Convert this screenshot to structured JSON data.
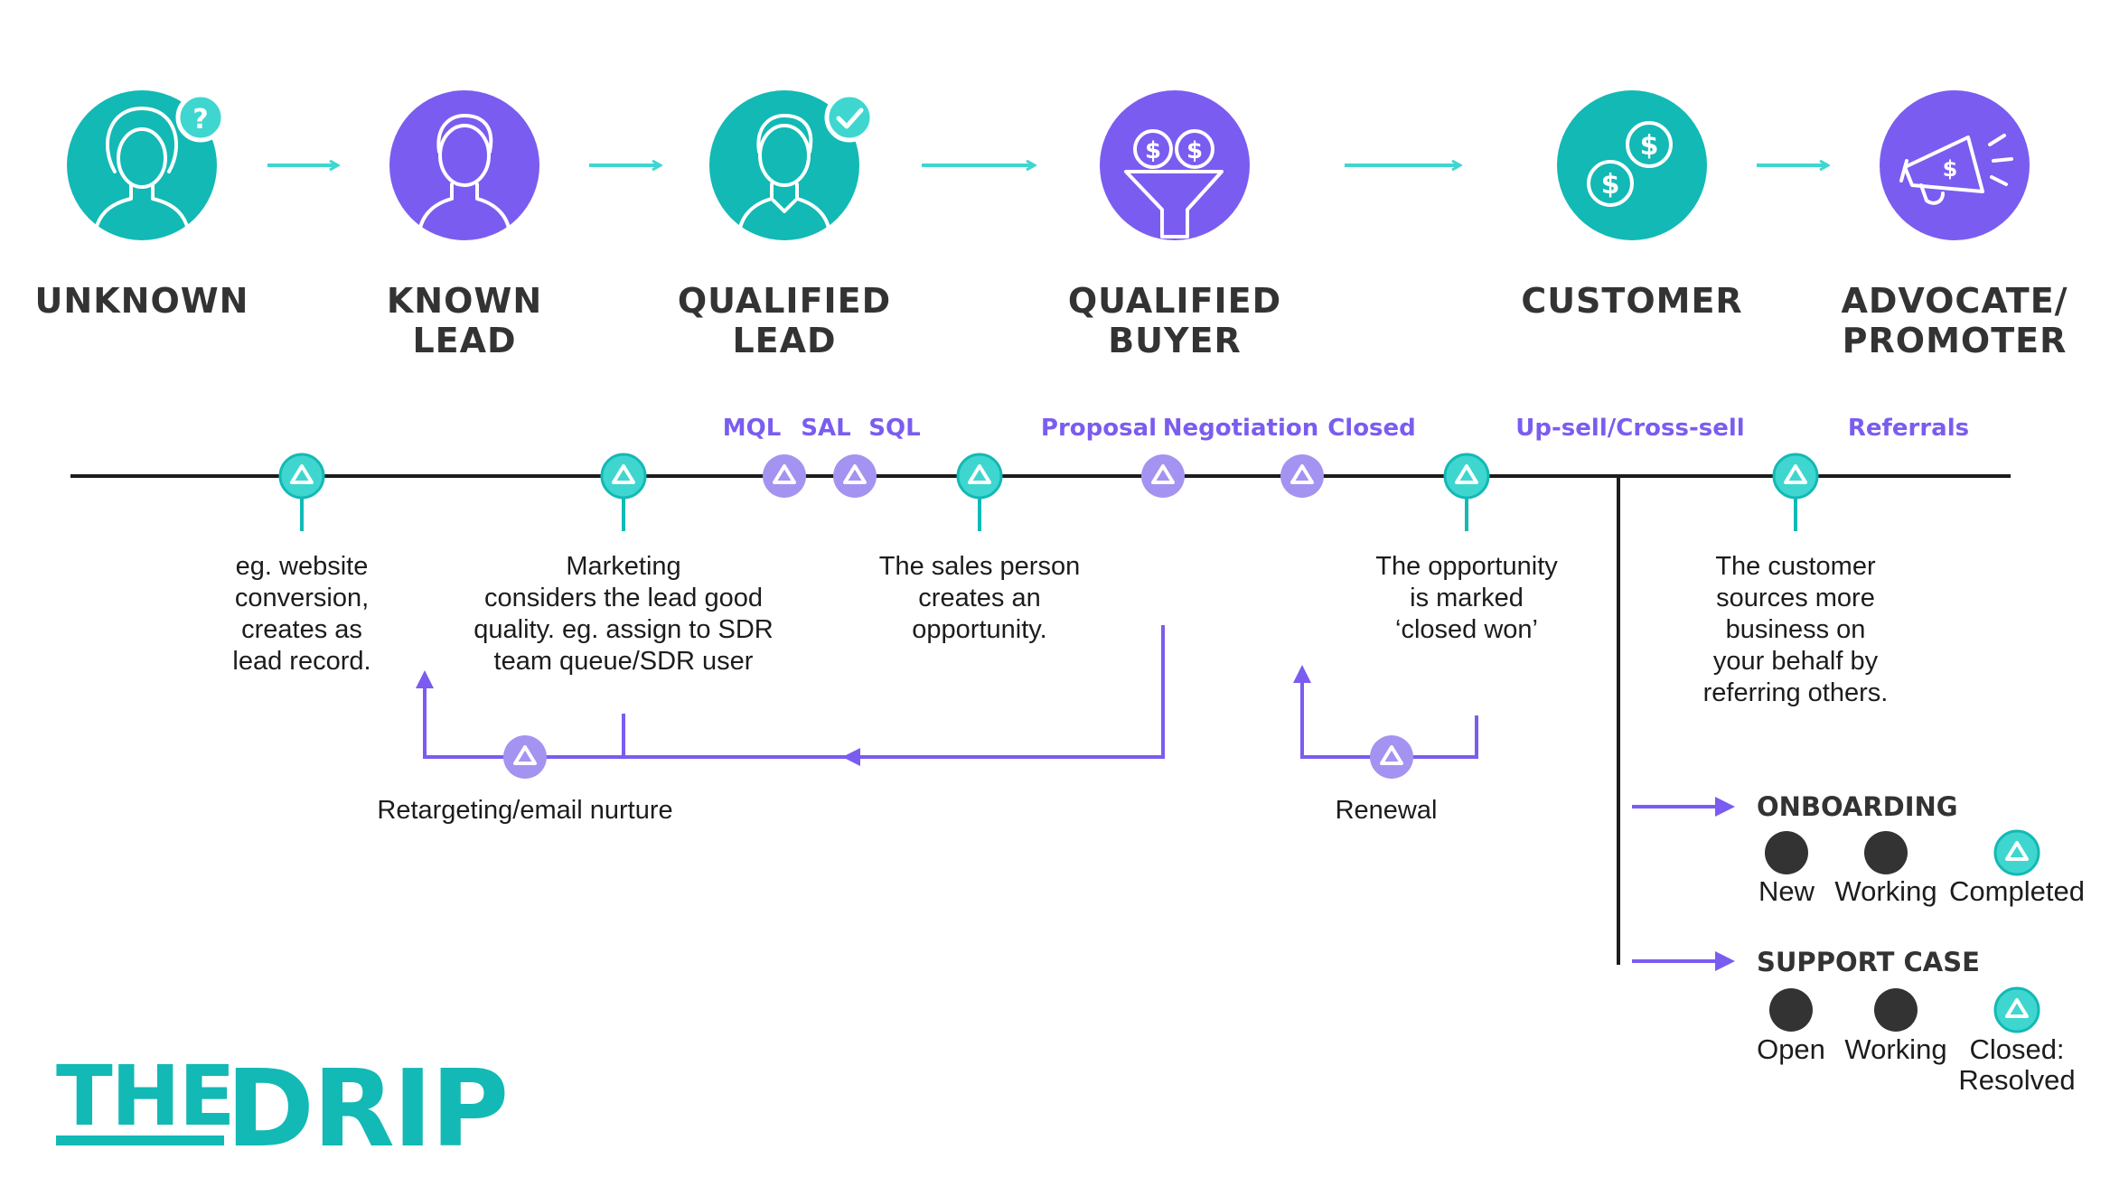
{
  "colors": {
    "teal": "#12b9b5",
    "purple": "#7b5cf0",
    "light_purple": "#a493f0",
    "arrow_teal": "#3fd6d0",
    "line": "#1c1c1c",
    "dark_dot": "#333333"
  },
  "stages": [
    {
      "icon": "person-question-icon",
      "color": "teal",
      "title_line1": "UNKNOWN",
      "title_line2": ""
    },
    {
      "icon": "person-icon",
      "color": "purple",
      "title_line1": "KNOWN",
      "title_line2": "LEAD"
    },
    {
      "icon": "person-check-icon",
      "color": "teal",
      "title_line1": "QUALIFIED",
      "title_line2": "LEAD"
    },
    {
      "icon": "money-funnel-icon",
      "color": "purple",
      "title_line1": "QUALIFIED",
      "title_line2": "BUYER"
    },
    {
      "icon": "dollar-coins-icon",
      "color": "teal",
      "title_line1": "CUSTOMER",
      "title_line2": ""
    },
    {
      "icon": "megaphone-dollar-icon",
      "color": "purple",
      "title_line1": "ADVOCATE/",
      "title_line2": "PROMOTER"
    }
  ],
  "timeline_labels": {
    "mql": "MQL",
    "sal": "SAL",
    "sql": "SQL",
    "proposal": "Proposal",
    "negotiation": "Negotiation",
    "closed": "Closed",
    "upsell": "Up-sell/Cross-sell",
    "referrals": "Referrals"
  },
  "descriptions": {
    "website": [
      "eg. website",
      "conversion,",
      "creates as",
      "lead record."
    ],
    "marketing": [
      "Marketing",
      "considers the lead good",
      "quality. eg. assign to SDR",
      "team queue/SDR user"
    ],
    "sales": [
      "The sales person",
      "creates an",
      "opportunity."
    ],
    "closed_won": [
      "The opportunity",
      "is marked",
      "‘closed won’"
    ],
    "referral": [
      "The customer",
      "sources more",
      "business on",
      "your behalf by",
      "referring others."
    ]
  },
  "loops": {
    "retargeting": "Retargeting/email nurture",
    "renewal": "Renewal"
  },
  "legend": {
    "onboarding": {
      "title": "ONBOARDING",
      "states": [
        {
          "label": "New",
          "status": "dark"
        },
        {
          "label": "Working",
          "status": "dark"
        },
        {
          "label": "Completed",
          "status": "done"
        }
      ]
    },
    "support": {
      "title": "SUPPORT CASE",
      "states": [
        {
          "label": "Open",
          "status": "dark"
        },
        {
          "label": "Working",
          "status": "dark"
        },
        {
          "label": "Closed:",
          "label2": "Resolved",
          "status": "done"
        }
      ]
    }
  },
  "logo": {
    "part1": "THE",
    "part2": "DRIP"
  }
}
